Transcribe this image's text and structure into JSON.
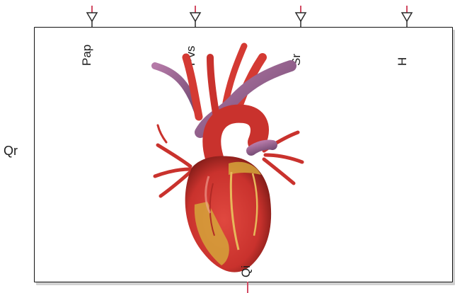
{
  "block": {
    "input_ports": [
      {
        "id": "pap",
        "label": "Pap"
      },
      {
        "id": "pvs",
        "label": "Pvs"
      },
      {
        "id": "sr",
        "label": "Sr"
      },
      {
        "id": "h",
        "label": "H"
      }
    ],
    "side_label": "Qr",
    "output_label": "Qi",
    "image": "heart-illustration",
    "colors": {
      "border": "#111111",
      "port": "#2b2b2b",
      "port_line": "#d24b63",
      "heart_red": "#c9322d",
      "heart_gold": "#d5a43a",
      "vessel_purple": "#8a5a8a"
    }
  }
}
